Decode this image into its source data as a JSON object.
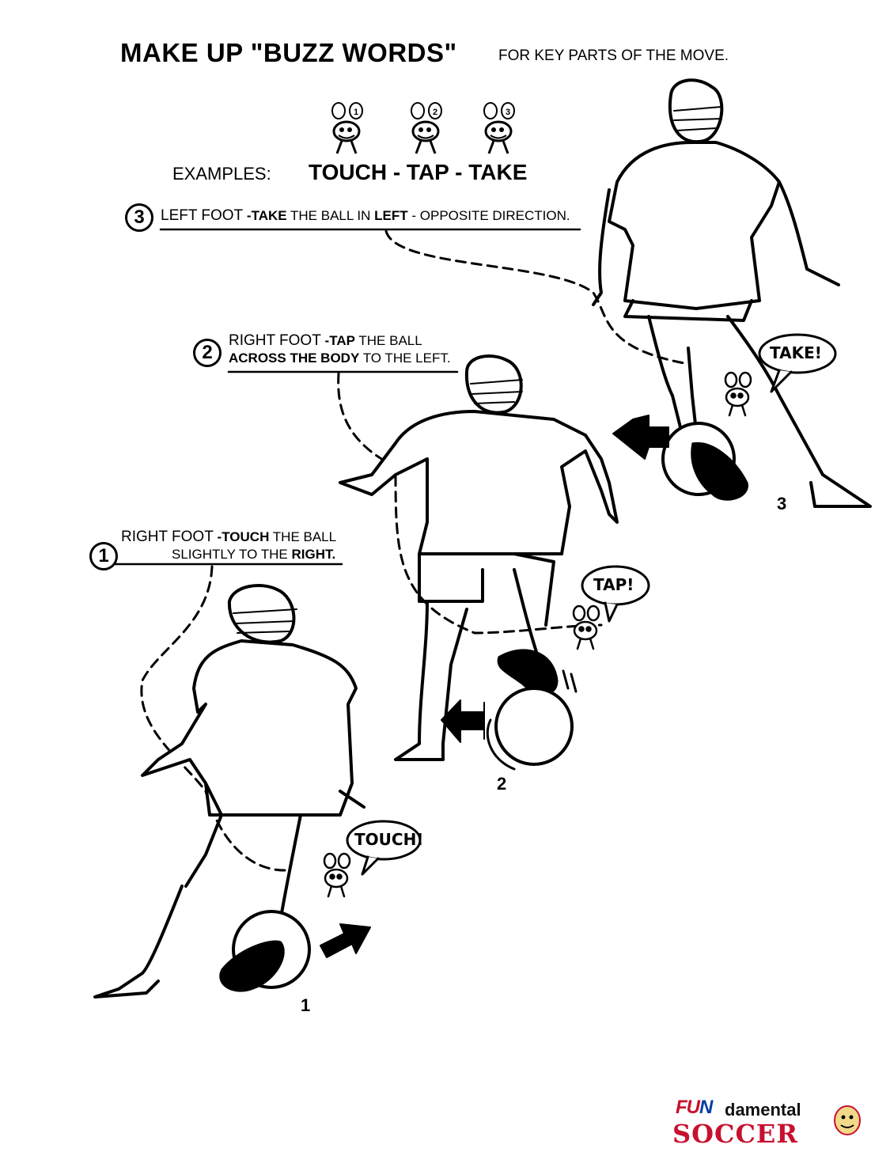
{
  "header": {
    "title": "MAKE UP \"BUZZ WORDS\"",
    "subtitle": "FOR KEY PARTS OF THE MOVE."
  },
  "examples": {
    "label": "EXAMPLES:",
    "words": "TOUCH - TAP - TAKE",
    "bee_numbers": [
      "1",
      "2",
      "3"
    ]
  },
  "steps": [
    {
      "number": "1",
      "foot": "Right Foot",
      "dash": "-",
      "action": "Touch",
      "rest_line1": "the ball",
      "line2_plain": "slightly to the",
      "line2_bold": "right",
      "line2_end": ".",
      "bubble": "TOUCH!",
      "frame_label": "1"
    },
    {
      "number": "2",
      "foot": "Right Foot",
      "dash": "-",
      "action": "Tap",
      "rest_line1": "the ball",
      "line2_bold": "across the body",
      "line2_plain": "to the",
      "line2_end": "left.",
      "bubble": "TAP!",
      "frame_label": "2"
    },
    {
      "number": "3",
      "foot": "Left Foot",
      "dash": "-",
      "action": "Take",
      "rest_plain": "the ball in",
      "rest_bold": "left",
      "rest_end": "- opposite direction.",
      "bubble": "TAKE!",
      "frame_label": "3"
    }
  ],
  "logo": {
    "line1_a": "FU",
    "line1_b": "N",
    "line1_c": "damental",
    "line2": "SOCCER"
  }
}
